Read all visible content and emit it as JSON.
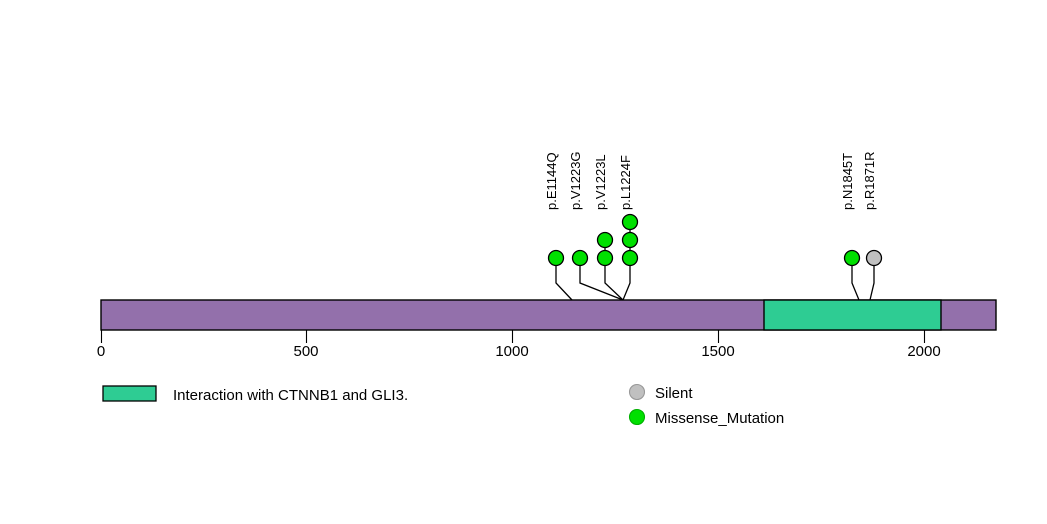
{
  "chart_data": {
    "type": "scatter",
    "subtype": "lollipop-protein-domain-plot",
    "title": "",
    "xlabel": "",
    "ylabel": "",
    "xlim": [
      0,
      2167
    ],
    "grid": false,
    "axis": {
      "ticks": [
        0,
        500,
        1000,
        1500,
        2000
      ],
      "tick_labels": [
        "0",
        "500",
        "1000",
        "1500",
        "2000"
      ]
    },
    "protein": {
      "length": 2167,
      "backbone_color": "#9370AB",
      "border_color": "#000000"
    },
    "domains": [
      {
        "name": "Interaction with CTNNB1 and GLI3.",
        "start": 1614,
        "end": 2045,
        "color": "#2ECC93"
      }
    ],
    "mutations": [
      {
        "label": "p.E1144Q",
        "position": 1144,
        "count": 1,
        "type": "Missense_Mutation",
        "color": "#00E000"
      },
      {
        "label": "p.V1223G",
        "position": 1223,
        "count": 1,
        "type": "Missense_Mutation",
        "color": "#00E000"
      },
      {
        "label": "p.V1223L",
        "position": 1223,
        "count": 2,
        "type": "Missense_Mutation",
        "color": "#00E000"
      },
      {
        "label": "p.L1224F",
        "position": 1224,
        "count": 3,
        "type": "Missense_Mutation",
        "color": "#00E000"
      },
      {
        "label": "p.N1845T",
        "position": 1845,
        "count": 1,
        "type": "Missense_Mutation",
        "color": "#00E000"
      },
      {
        "label": "p.R1871R",
        "position": 1871,
        "count": 1,
        "type": "Silent",
        "color": "#C0C0C0"
      }
    ],
    "legend": {
      "position": "bottom",
      "domain_entries": [
        {
          "label": "Interaction with CTNNB1 and GLI3.",
          "color": "#2ECC93"
        }
      ],
      "mutation_entries": [
        {
          "label": "Silent",
          "color": "#C0C0C0"
        },
        {
          "label": "Missense_Mutation",
          "color": "#00E000"
        }
      ]
    },
    "colors": {
      "backbone": "#9370AB",
      "domain": "#2ECC93",
      "missense": "#00E000",
      "silent": "#C0C0C0",
      "stroke": "#000000",
      "background": "#FFFFFF"
    }
  }
}
